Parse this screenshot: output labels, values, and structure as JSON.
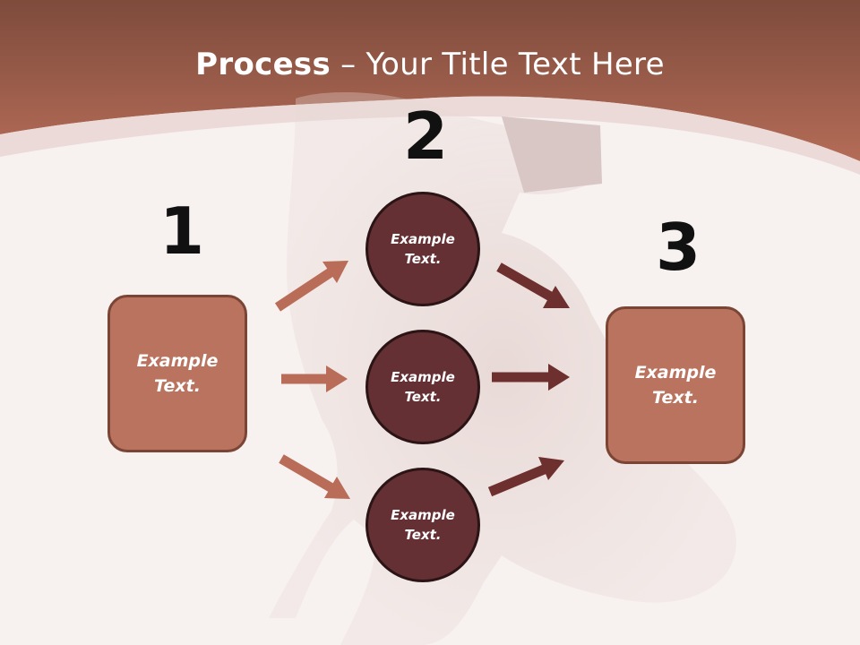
{
  "slide": {
    "title_bold": "Process",
    "title_rest": " – Your Title Text Here",
    "colors": {
      "header": "#a3624e",
      "box_fill": "#b9735e",
      "box_border": "#7b4535",
      "circle_fill": "#643033",
      "arrow_light": "#b96c57",
      "arrow_dark": "#6e2f2f"
    }
  },
  "diagram": {
    "steps": [
      {
        "number": "1",
        "text": "Example\nText."
      },
      {
        "number": "2",
        "circles": [
          "Example\nText.",
          "Example\nText.",
          "Example\nText."
        ]
      },
      {
        "number": "3",
        "text": "Example\nText."
      }
    ]
  }
}
